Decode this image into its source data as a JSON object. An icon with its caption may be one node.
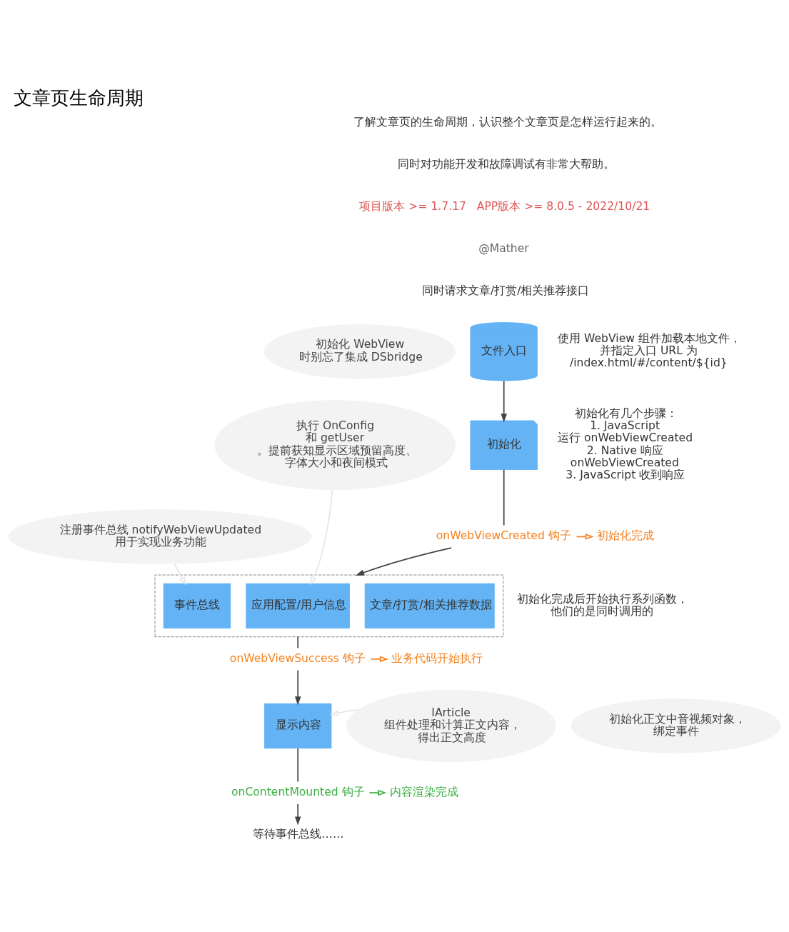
{
  "diagram": {
    "title": "文章页生命周期",
    "nodes": [
      {
        "text": [
          "文件入口"
        ],
        "beside": [
          "使用 WebView 组件加载本地文件，并指定入口 URL 为 /index.html/#/content/${id}"
        ]
      },
      {
        "text": [
          "初始化"
        ],
        "beside": [
          "初始化有几个步骤：",
          "1. JavaScript 运行 onWebViewCreated",
          "2. Native 响应 onWebViewCreated",
          "3. JavaScript 收到响应"
        ]
      },
      {
        "text": [],
        "shape": "box",
        "beside": [
          "初始化完成后开始执行系列函数，他们的是同时调用的"
        ]
      },
      {
        "text": [
          "事件总线"
        ],
        "in": 2
      },
      {
        "text": [
          "应用配置/用户信息"
        ],
        "in": 2
      },
      {
        "text": [
          "文章/打赏/相关推荐数据"
        ],
        "in": 2
      },
      {
        "text": [
          "显示内容"
        ]
      },
      {
        "text": [
          "初始化 WebView 时别忘了集成 DSbridge"
        ]
      },
      {
        "text": [
          "执行 OnConfig 和 getUser 。提前获知显示区域预留高度、字体大小和夜间模式"
        ]
      },
      {
        "text": [
          "注册事件总线 notifyWebViewUpdated 用于实现业务功能"
        ]
      },
      {
        "text": [
          "IArticle 组件处理和计算正文内容，得出正文高度"
        ]
      },
      {
        "text": [
          "初始化正文中音视频对象，绑定事件"
        ]
      },
      {
        "text": [
          "初始化完成"
        ]
      },
      {
        "text": [
          "业务代码开始执行"
        ]
      },
      {
        "text": [
          "内容渲染完成"
        ]
      },
      {
        "text": [
          "等待事件总线……"
        ]
      },
      {
        "text": [
          "onWebViewCreated 钩子"
        ]
      },
      {
        "text": [
          "onWebViewSuccess 钩子"
        ]
      },
      {
        "text": [
          "onContentMounted 钩子"
        ]
      }
    ],
    "edges": [
      {
        "from": 0,
        "to": 1,
        "arrow": "to"
      },
      {
        "from": 1,
        "to": 16,
        "arrow": "none"
      },
      {
        "from": 16,
        "to": 2,
        "arrow": "to"
      },
      {
        "from": 16,
        "to": 12,
        "arrow": "to",
        "color": "#f5821f"
      },
      {
        "from": 2,
        "to": 17,
        "arrow": "none"
      },
      {
        "from": 17,
        "to": 6,
        "arrow": "to"
      },
      {
        "from": 17,
        "to": 13,
        "arrow": "to",
        "color": "#f5821f"
      },
      {
        "from": 6,
        "to": 18,
        "arrow": "none"
      },
      {
        "from": 18,
        "to": 15,
        "arrow": "to"
      },
      {
        "from": 18,
        "to": 14,
        "arrow": "to",
        "color": "#3cb043"
      },
      {
        "from": 8,
        "to": 4,
        "arrow": "to",
        "color": "#e6e6e6"
      },
      {
        "from": 9,
        "to": 3,
        "arrow": "to",
        "color": "#e6e6e6"
      },
      {
        "from": 10,
        "to": 6,
        "arrow": "to",
        "color": "#e6e6e6"
      }
    ],
    "labels": [
      "了解文章页的生命周期，认识整个文章页是怎样运行起来的。",
      "同时对功能开发和故障调试有非常大帮助。",
      "项目版本 >= 1.7.17   APP版本 >= 8.0.5 - 2022/10/21",
      "@Mather",
      "同时请求文章/打赏/相关推荐接口"
    ]
  }
}
